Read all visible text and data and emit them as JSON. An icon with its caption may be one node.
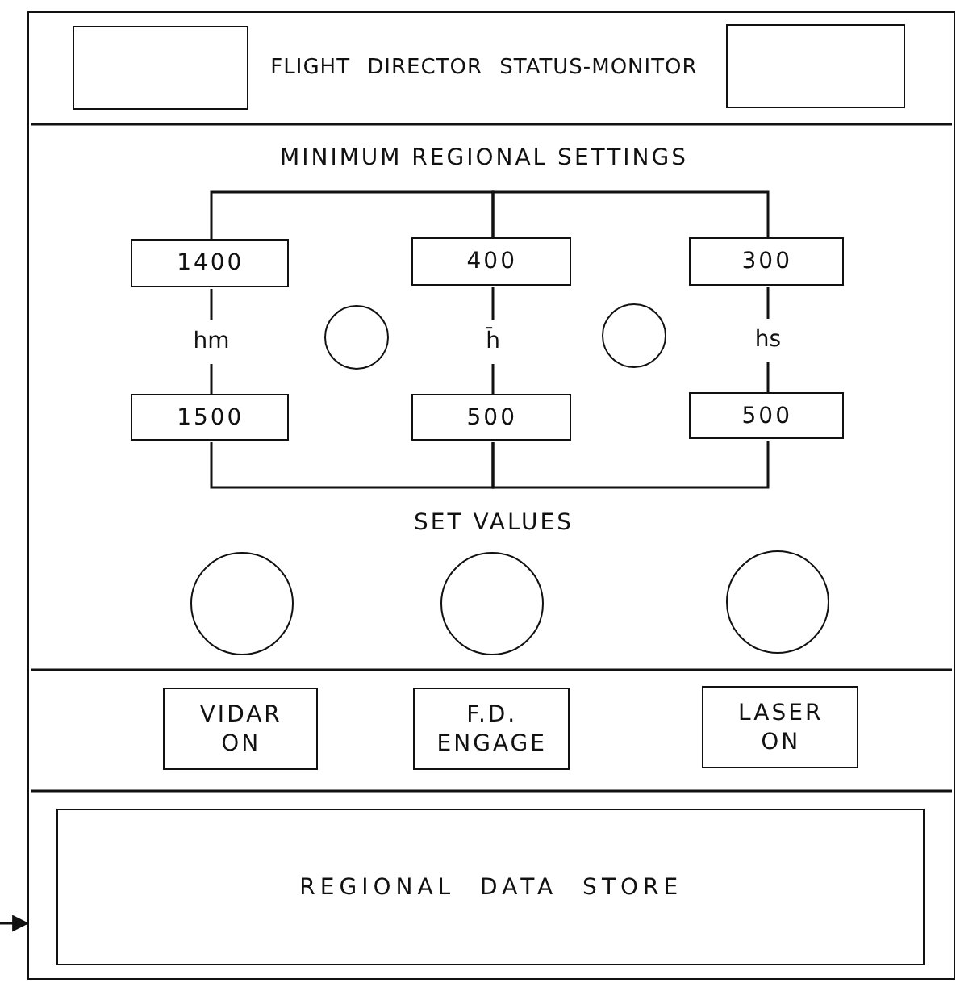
{
  "diagram": {
    "nodes": [
      {
        "text": [],
        "shape": "box"
      },
      {
        "text": [],
        "shape": "box",
        "in": 0
      },
      {
        "text": [],
        "shape": "box",
        "in": 0
      },
      {
        "text": [
          "1400"
        ],
        "in": 0
      },
      {
        "text": [
          "400"
        ],
        "in": 0
      },
      {
        "text": [
          "300"
        ],
        "in": 0
      },
      {
        "text": [],
        "shape": "circle",
        "in": 0
      },
      {
        "text": [],
        "shape": "circle",
        "in": 0
      },
      {
        "text": [
          "1500"
        ],
        "in": 0
      },
      {
        "text": [
          "500"
        ],
        "in": 0
      },
      {
        "text": [
          "500"
        ],
        "in": 0
      },
      {
        "text": [],
        "shape": "circle",
        "in": 0
      },
      {
        "text": [],
        "shape": "circle",
        "in": 0
      },
      {
        "text": [],
        "shape": "circle",
        "in": 0
      },
      {
        "text": [
          "VIDAR ON"
        ],
        "in": 0
      },
      {
        "text": [
          "F.D. ENGAGE"
        ],
        "in": 0
      },
      {
        "text": [
          "LASER ON"
        ],
        "in": 0
      },
      {
        "text": [
          "REGIONAL DATA STORE"
        ],
        "in": 0
      }
    ],
    "edges": [
      {
        "from": 3,
        "to": 4,
        "arrow": "none"
      },
      {
        "from": 4,
        "to": 5,
        "arrow": "none"
      },
      {
        "from": 3,
        "to": 8,
        "arrow": "none",
        "label": "hm"
      },
      {
        "from": 4,
        "to": 9,
        "arrow": "none",
        "label": "h̄"
      },
      {
        "from": 5,
        "to": 10,
        "arrow": "none",
        "label": "hs"
      },
      {
        "from": 8,
        "to": 9,
        "arrow": "none"
      },
      {
        "from": 9,
        "to": 10,
        "arrow": "none"
      },
      {
        "from": null,
        "to": 0,
        "arrow": "to"
      }
    ],
    "labels": [
      "FLIGHT DIRECTOR STATUS-MONITOR",
      "MINIMUM REGIONAL SETTINGS",
      "SET VALUES"
    ]
  }
}
